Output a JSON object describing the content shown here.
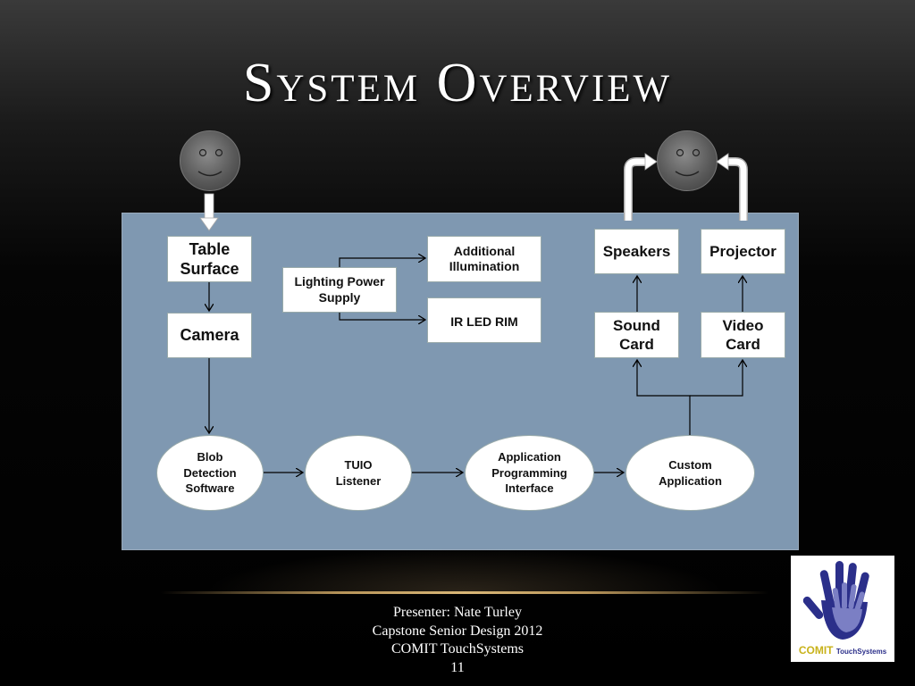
{
  "title": "System Overview",
  "nodes": {
    "table_surface": "Table\nSurface",
    "camera": "Camera",
    "lighting_power_supply": "Lighting Power\nSupply",
    "additional_illumination": "Additional\nIllumination",
    "ir_led_rim": "IR LED RIM",
    "speakers": "Speakers",
    "projector": "Projector",
    "sound_card": "Sound\nCard",
    "video_card": "Video\nCard",
    "blob_detection": "Blob\nDetection\nSoftware",
    "tuio_listener": "TUIO\nListener",
    "api": "Application\nProgramming\nInterface",
    "custom_application": "Custom\nApplication"
  },
  "footer": {
    "presenter": "Presenter: Nate Turley",
    "course": "Capstone Senior Design 2012",
    "company": "COMIT TouchSystems",
    "slide_number": "11"
  },
  "logo": {
    "brand": "COMIT",
    "brand_suffix": "TouchSystems"
  },
  "colors": {
    "panel": "#7f98b1",
    "logo_hand_dark": "#2b2f8a",
    "logo_hand_light": "#7b7fc4",
    "logo_text": "#c8b21a"
  }
}
